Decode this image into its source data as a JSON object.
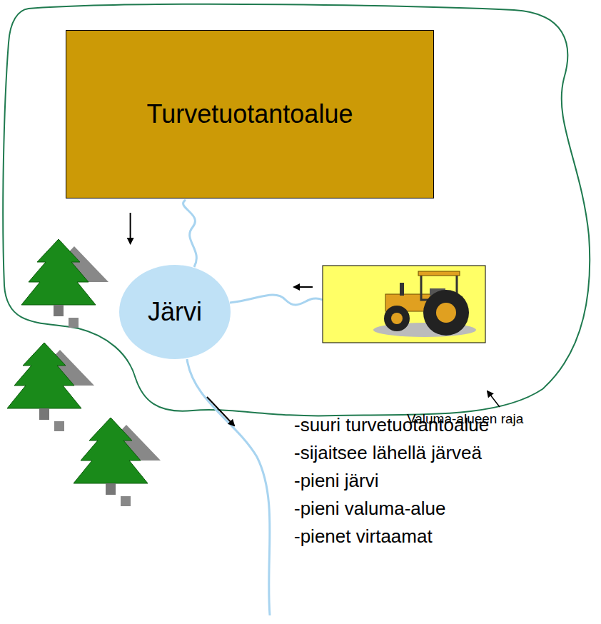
{
  "diagram": {
    "nodes": [
      {
        "text": [
          "Turvetuotantoalue"
        ]
      },
      {
        "text": [
          "Järvi"
        ]
      }
    ],
    "edges": [
      {
        "from": 0,
        "to": 1,
        "arrow": "to"
      }
    ],
    "labels": [
      "Valuma-alueen raja",
      "-suuri turvetuotantoalue",
      "-sijaitsee lähellä järveä",
      "-pieni järvi",
      "-pieni valuma-alue",
      "-pienet virtaamat"
    ]
  }
}
